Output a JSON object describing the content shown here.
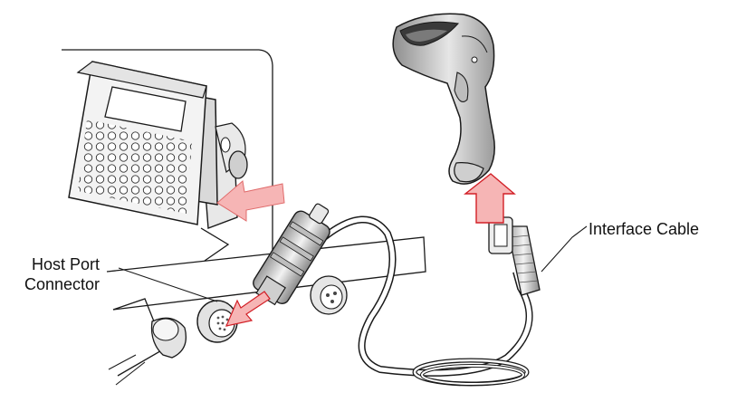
{
  "callouts": {
    "host_port_line1": "Host Port",
    "host_port_line2": "Connector",
    "interface_cable": "Interface Cable"
  },
  "colors": {
    "arrow_fill": "#f6b5b5",
    "arrow_stroke": "#d21f26",
    "line": "#1a1a1a",
    "shading": "#d9d9d9",
    "background": "#ffffff"
  },
  "icons": [
    "terminal-keypad-icon",
    "barcode-scanner-icon",
    "cable-connector-icon",
    "host-port-icon"
  ]
}
